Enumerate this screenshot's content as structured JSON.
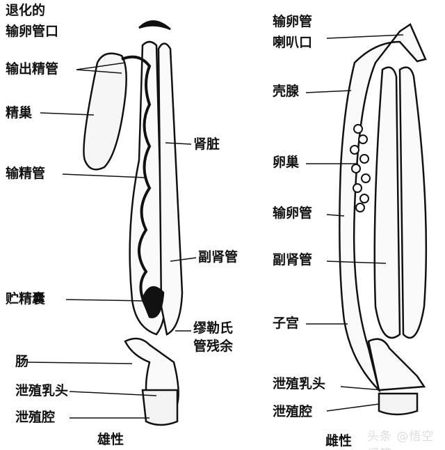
{
  "male": {
    "title": "雄性",
    "labels": {
      "degenerate_oviduct_1": "退化的",
      "degenerate_oviduct_2": "输卵管口",
      "efferent_ducts": "输出精管",
      "testis": "精巢",
      "kidney": "肾脏",
      "vas_deferens": "输精管",
      "accessory_duct": "副肾管",
      "seminal_vesicle": "贮精囊",
      "mullerian_1": "缪勒氏",
      "mullerian_2": "管残余",
      "intestine": "肠",
      "papilla": "泄殖乳头",
      "cloaca": "泄殖腔"
    }
  },
  "female": {
    "title": "雌性",
    "labels": {
      "infundibulum_1": "输卵管",
      "infundibulum_2": "喇叭口",
      "shell_gland": "壳腺",
      "ovary": "卵巢",
      "oviduct": "输卵管",
      "accessory_duct": "副肾管",
      "uterus": "子宫",
      "papilla": "泄殖乳头",
      "cloaca": "泄殖腔"
    }
  },
  "watermark": "头条 @悟空问答"
}
